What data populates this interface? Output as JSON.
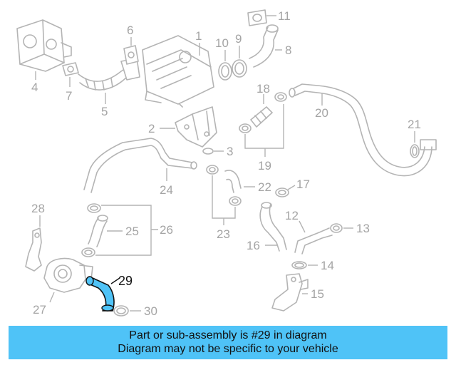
{
  "diagram": {
    "highlight_color": "#4fc3f7",
    "highlighted_part": "29",
    "callouts": [
      "1",
      "2",
      "3",
      "4",
      "5",
      "6",
      "7",
      "8",
      "9",
      "10",
      "11",
      "12",
      "13",
      "14",
      "15",
      "16",
      "17",
      "18",
      "19",
      "20",
      "21",
      "22",
      "23",
      "24",
      "25",
      "26",
      "27",
      "28",
      "29",
      "30"
    ]
  },
  "banner": {
    "line1": "Part or sub-assembly is #29 in diagram",
    "line2": "Diagram may not be specific to your vehicle",
    "background": "#4fc3f7"
  }
}
